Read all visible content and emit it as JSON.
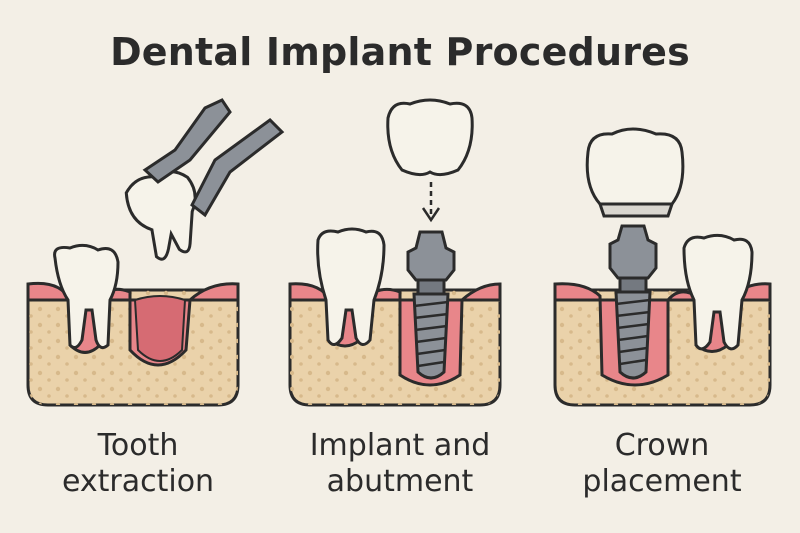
{
  "title": "Dental Implant Procedures",
  "panels": [
    {
      "line1": "Tooth",
      "line2": "extraction"
    },
    {
      "line1": "Implant and",
      "line2": "abutment"
    },
    {
      "line1": "Crown",
      "line2": "placement"
    }
  ],
  "colors": {
    "background": "#f3efe6",
    "gum": "#e8868a",
    "bone": "#ead2aa",
    "tooth": "#f6f3ea",
    "metal": "#8c9198",
    "outline": "#2b2b2b"
  }
}
